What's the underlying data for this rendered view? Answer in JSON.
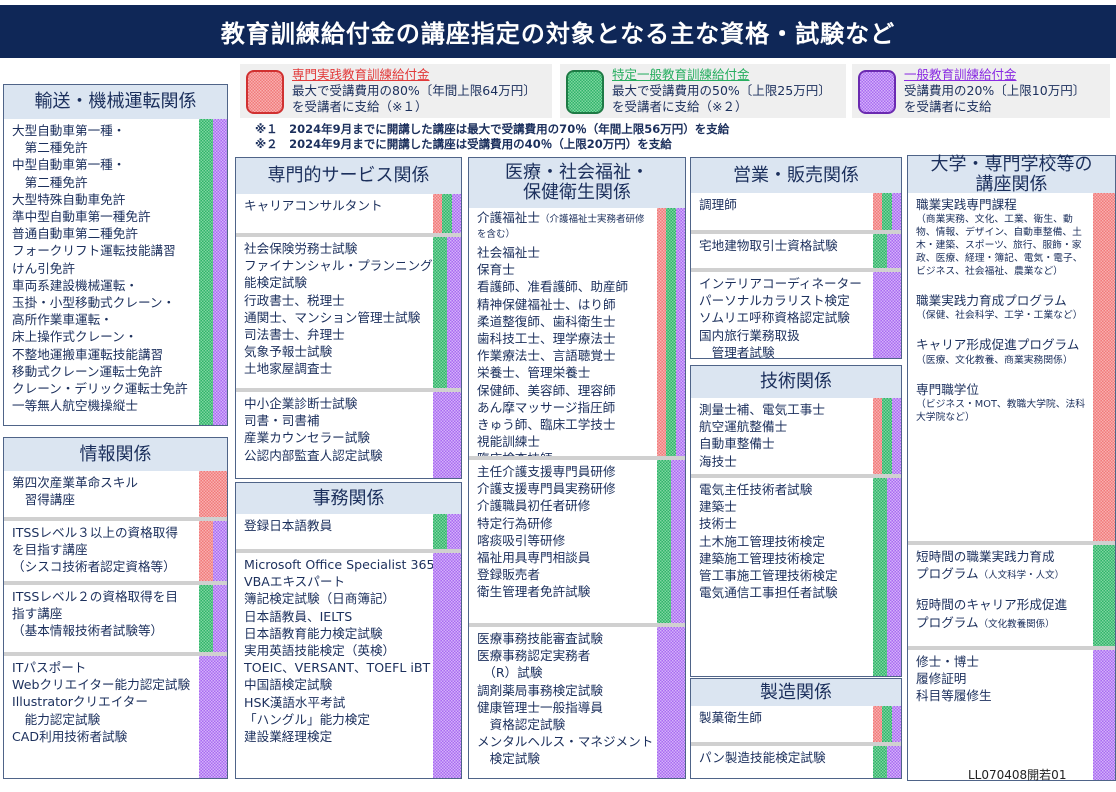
{
  "title": "教育訓練給付金の講座指定の対象となる主な資格・試験など",
  "colors": {
    "red": "#f07a7a",
    "green": "#2fb36a",
    "purple": "#a86af0",
    "title_bg": "#0f2757"
  },
  "legend": [
    {
      "key": "r",
      "name": "専門実践教育訓練給付金",
      "line1": "最大で受講費用の80%〔年間上限64万円〕",
      "line2": "を受講者に支給（※１）",
      "color": "#e23a3a"
    },
    {
      "key": "g",
      "name": "特定一般教育訓練給付金",
      "line1": "最大で受講費用の50%〔上限25万円〕",
      "line2": "を受講者に支給（※２）",
      "color": "#27ae60"
    },
    {
      "key": "p",
      "name": "一般教育訓練給付金",
      "line1": "受講費用の20%〔上限10万円〕",
      "line2": "を受講者に支給",
      "color": "#8a2be2"
    }
  ],
  "notes": [
    "※１　2024年9月までに開講した講座は最大で受講費用の70％（年間上限56万円）を支給",
    "※２　2024年9月までに開講した講座は受講費用の40％（上限20万円）を支給"
  ],
  "panels": [
    {
      "title": "輸送・機械運転関係",
      "sections": [
        {
          "funds": [
            "g",
            "p"
          ],
          "items": [
            "大型自動車第一種・",
            "　第二種免許",
            "中型自動車第一種・",
            "　第二種免許",
            "大型特殊自動車免許",
            "準中型自動車第一種免許",
            "普通自動車第二種免許",
            "フォークリフト運転技能講習",
            "けん引免許",
            "車両系建設機械運転・",
            "玉掛・小型移動式クレーン・",
            "高所作業車運転・",
            "床上操作式クレーン・",
            "不整地運搬車運転技能講習",
            "移動式クレーン運転士免許",
            "クレーン・デリック運転士免許",
            "一等無人航空機操縦士"
          ]
        }
      ]
    },
    {
      "title": "情報関係",
      "sections": [
        {
          "funds": [
            "r"
          ],
          "items": [
            "第四次産業革命スキル",
            "　習得講座"
          ]
        },
        {
          "funds": [
            "r",
            "p"
          ],
          "items": [
            "ITSSレベル３以上の資格取得",
            "を目指す講座",
            "（シスコ技術者認定資格等）"
          ]
        },
        {
          "funds": [
            "g",
            "p"
          ],
          "items": [
            "ITSSレベル２の資格取得を目",
            "指す講座",
            "（基本情報技術者試験等）"
          ]
        },
        {
          "funds": [
            "p"
          ],
          "items": [
            "ITパスポート",
            "Webクリエイター能力認定試験",
            "Illustratorクリエイター",
            "　能力認定試験",
            "CAD利用技術者試験"
          ]
        }
      ]
    },
    {
      "title": "専門的サービス関係",
      "sections": [
        {
          "funds": [
            "r",
            "g",
            "p"
          ],
          "items": [
            "キャリアコンサルタント"
          ]
        },
        {
          "funds": [
            "g",
            "p"
          ],
          "items": [
            "社会保険労務士試験",
            "ファイナンシャル・プランニング技",
            "能検定試験",
            "行政書士、税理士",
            "通関士、マンション管理士試験",
            "司法書士、弁理士",
            "気象予報士試験",
            "土地家屋調査士"
          ]
        },
        {
          "funds": [
            "p"
          ],
          "items": [
            "中小企業診断士試験",
            "司書・司書補",
            "産業カウンセラー試験",
            "公認内部監査人認定試験"
          ]
        }
      ]
    },
    {
      "title": "事務関係",
      "sections": [
        {
          "funds": [
            "g",
            "p"
          ],
          "items": [
            "登録日本語教員"
          ]
        },
        {
          "funds": [
            "p"
          ],
          "items": [
            "Microsoft Office Specialist 365",
            "VBAエキスパート",
            "簿記検定試験（日商簿記）",
            "日本語教員、IELTS",
            "日本語教育能力検定試験",
            "実用英語技能検定（英検）",
            "TOEIC、VERSANT、TOEFL iBT",
            "中国語検定試験",
            "HSK漢語水平考試",
            "「ハングル」能力検定",
            "建設業経理検定"
          ]
        }
      ]
    },
    {
      "title": "医療・社会福祉・\n保健衛生関係",
      "sections": [
        {
          "funds": [
            "r",
            "g",
            "p"
          ],
          "items": [
            {
              "text": "介護福祉士",
              "note": "（介護福祉士実務者研修を含む）"
            },
            "社会福祉士",
            "保育士",
            "看護師、准看護師、助産師",
            "精神保健福祉士、はり師",
            "柔道整復師、歯科衛生士",
            "歯科技工士、理学療法士",
            "作業療法士、言語聴覚士",
            "栄養士、管理栄養士",
            "保健師、美容師、理容師",
            "あん摩マッサージ指圧師",
            "きゅう師、臨床工学技士",
            "視能訓練士",
            "臨床検査技師"
          ]
        },
        {
          "funds": [
            "g",
            "p"
          ],
          "items": [
            "主任介護支援専門員研修",
            "介護支援専門員実務研修",
            "介護職員初任者研修",
            "特定行為研修",
            "喀痰吸引等研修",
            "福祉用具専門相談員",
            "登録販売者",
            "衛生管理者免許試験"
          ]
        },
        {
          "funds": [
            "p"
          ],
          "items": [
            "医療事務技能審査試験",
            "医療事務認定実務者",
            "　（R）試験",
            "調剤薬局事務検定試験",
            "健康管理士一般指導員",
            "　資格認定試験",
            "メンタルヘルス・マネジメント",
            "　検定試験"
          ]
        }
      ]
    },
    {
      "title": "営業・販売関係",
      "sections": [
        {
          "funds": [
            "r",
            "g",
            "p"
          ],
          "items": [
            "調理師"
          ]
        },
        {
          "funds": [
            "g",
            "p"
          ],
          "items": [
            "宅地建物取引士資格試験"
          ]
        },
        {
          "funds": [
            "p"
          ],
          "items": [
            "インテリアコーディネーター",
            "パーソナルカラリスト検定",
            "ソムリエ呼称資格認定試験",
            "国内旅行業務取扱",
            "　管理者試験"
          ]
        }
      ]
    },
    {
      "title": "技術関係",
      "sections": [
        {
          "funds": [
            "r",
            "g",
            "p"
          ],
          "items": [
            "測量士補、電気工事士",
            "航空運航整備士",
            "自動車整備士",
            "海技士"
          ]
        },
        {
          "funds": [
            "g",
            "p"
          ],
          "items": [
            "電気主任技術者試験",
            "建築士",
            "技術士",
            "土木施工管理技術検定",
            "建築施工管理技術検定",
            "管工事施工管理技術検定",
            "電気通信工事担任者試験"
          ]
        }
      ]
    },
    {
      "title": "製造関係",
      "sections": [
        {
          "funds": [
            "r",
            "g",
            "p"
          ],
          "items": [
            "製菓衛生師"
          ]
        },
        {
          "funds": [
            "g",
            "p"
          ],
          "items": [
            "パン製造技能検定試験"
          ]
        }
      ]
    },
    {
      "title": "大学・専門学校等の\n講座関係",
      "sections": [
        {
          "funds": [
            "r"
          ],
          "items": [
            {
              "text": "職業実践専門課程",
              "sub": "（商業実務、文化、工業、衛生、動物、情報、デザイン、自動車整備、土木・建築、スポーツ、旅行、服飾・家政、医療、経理・簿記、電気・電子、ビジネス、社会福祉、農業など）"
            },
            {
              "text": "職業実践力育成プログラム",
              "sub": "（保健、社会科学、工学・工業など）"
            },
            {
              "text": "キャリア形成促進プログラム",
              "sub": "（医療、文化教養、商業実務関係）"
            },
            {
              "text": "専門職学位",
              "sub": "（ビジネス・MOT、教職大学院、法科大学院など）"
            }
          ]
        },
        {
          "funds": [
            "g"
          ],
          "items": [
            {
              "text": "短時間の職業実践力育成\nプログラム",
              "note": "（人文科学・人文）"
            },
            {
              "text": "短時間のキャリア形成促進\nプログラム",
              "note": "（文化教養関係）"
            }
          ]
        },
        {
          "funds": [
            "p"
          ],
          "items": [
            "修士・博士",
            "履修証明",
            "科目等履修生"
          ]
        }
      ]
    }
  ],
  "footer": "LL070408開若01"
}
